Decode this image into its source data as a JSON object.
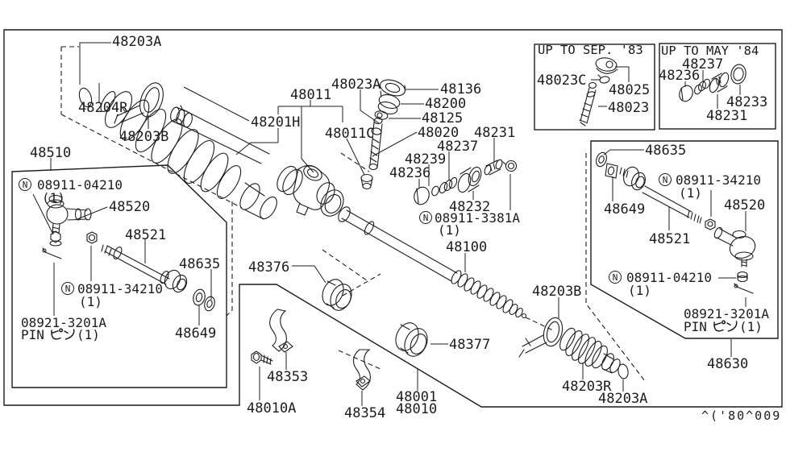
{
  "figure": {
    "background": "#ffffff",
    "ink": "#1c1c1c",
    "plate_code": "^('80^009"
  },
  "insets": {
    "sep83_title": "UP TO SEP. '83",
    "may84_title": "UP TO MAY '84"
  },
  "symbols": {
    "nut_standard": "N",
    "qty_one": "(1)"
  },
  "labels": {
    "l48203A_top": "48203A",
    "l48204R": "48204R",
    "l48203B_top": "48203B",
    "l48510": "48510",
    "l08911_04210_L": "08911-04210",
    "l48520_L": "48520",
    "l48521_L": "48521",
    "l48635_L": "48635",
    "l08911_34210_L": "08911-34210",
    "l48649_L": "48649",
    "l08921_3201A_L": "08921-3201A",
    "pin_full": "PIN ピン(1)",
    "pin_prefix": "PIN",
    "pin_qty": "(1)",
    "l48011": "48011",
    "l48201H": "48201H",
    "l48011C": "48011C",
    "l48023A": "48023A",
    "l48136": "48136",
    "l48200": "48200",
    "l48125": "48125",
    "l48020": "48020",
    "l48231": "48231",
    "l48237": "48237",
    "l48239": "48239",
    "l48236": "48236",
    "l48232": "48232",
    "l08911_3381A": "08911-3381A",
    "l48100": "48100",
    "l48376": "48376",
    "l48353": "48353",
    "l48010A": "48010A",
    "l48354": "48354",
    "l48001": "48001",
    "l48010": "48010",
    "l48377": "48377",
    "l48203B_bot": "48203B",
    "l48203R": "48203R",
    "l48203A_bot": "48203A",
    "l48023C": "48023C",
    "l48025": "48025",
    "l48023": "48023",
    "l48237_b": "48237",
    "l48236_b": "48236",
    "l48233": "48233",
    "l48231_b": "48231",
    "l48635_R": "48635",
    "l08911_34210_R": "08911-34210",
    "l48649_R": "48649",
    "l48520_R": "48520",
    "l48521_R": "48521",
    "l08911_04210_R": "08911-04210",
    "l08921_3201A_R": "08921-3201A",
    "l48630": "48630"
  }
}
